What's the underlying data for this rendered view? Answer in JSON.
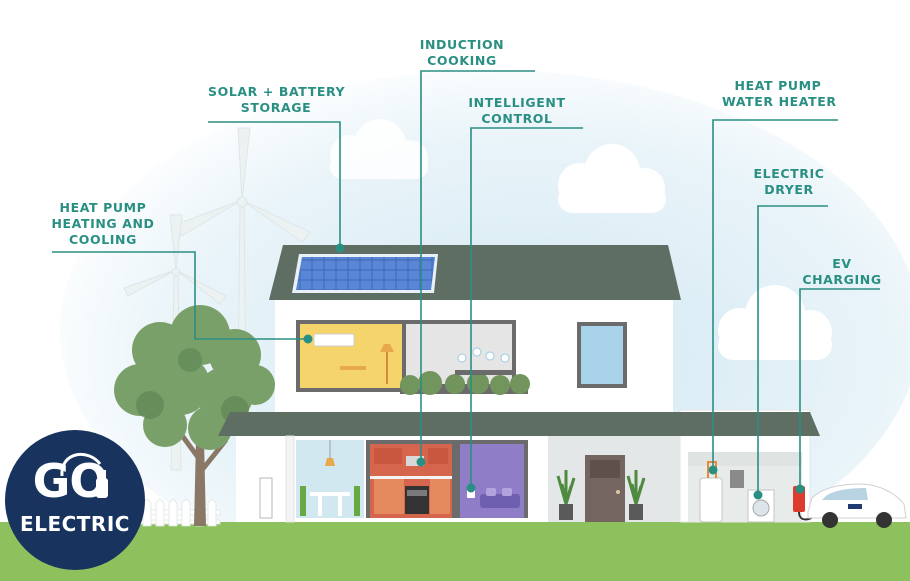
{
  "callouts": {
    "solar": [
      "SOLAR + BATTERY",
      "STORAGE"
    ],
    "induction": [
      "INDUCTION",
      "COOKING"
    ],
    "intelligent": [
      "INTELLIGENT",
      "CONTROL"
    ],
    "heat_pump_water": [
      "HEAT PUMP",
      "WATER HEATER"
    ],
    "dryer": [
      "ELECTRIC",
      "DRYER"
    ],
    "heat_pump_hvac": [
      "HEAT PUMP",
      "HEATING AND",
      "COOLING"
    ],
    "ev": [
      "EV",
      "CHARGING"
    ]
  },
  "badge": {
    "line1": "GO",
    "line2": "ELECTRIC"
  },
  "colors": {
    "accent": "#2a8f83",
    "badge": "#17335e",
    "roof": "#5e6e62",
    "grass": "#8cc15e"
  }
}
